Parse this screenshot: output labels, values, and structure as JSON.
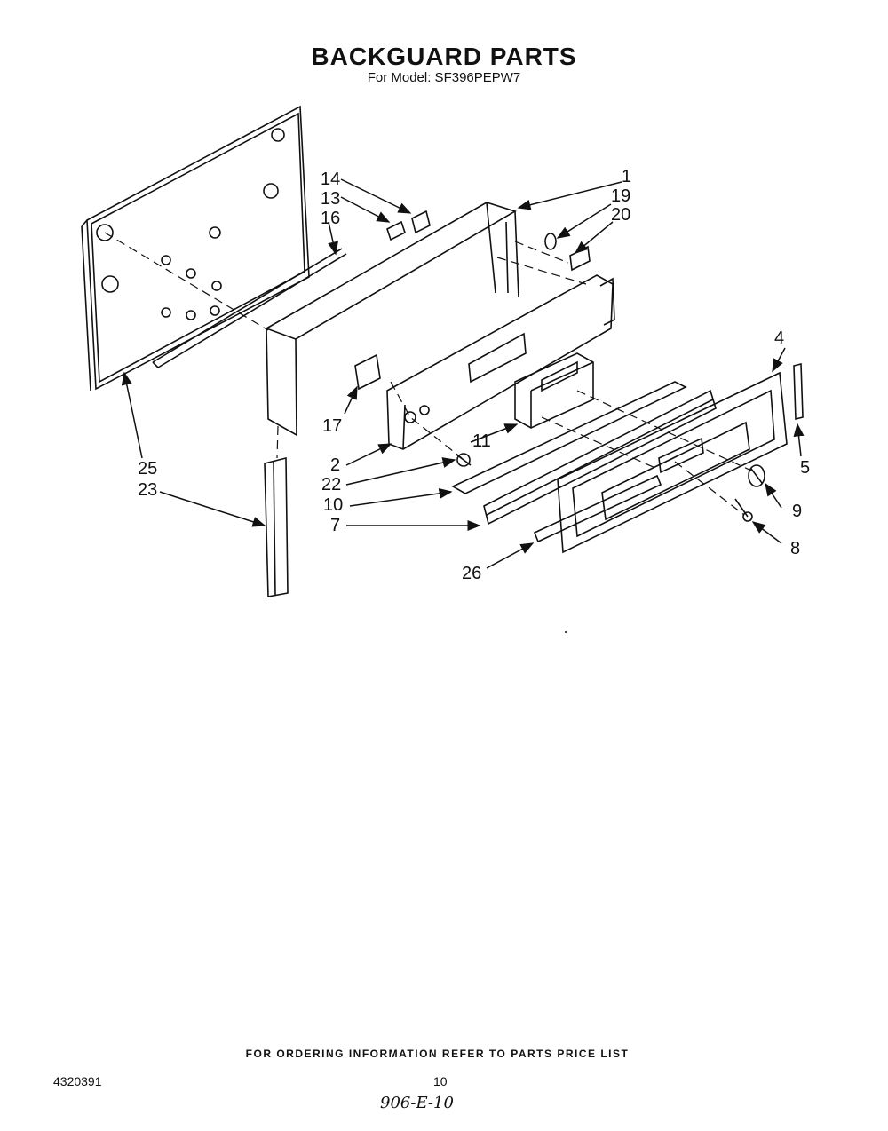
{
  "title": "BACKGUARD PARTS",
  "subtitle": "For Model: SF396PEPW7",
  "labels": {
    "p1": "1",
    "p2": "2",
    "p4": "4",
    "p5": "5",
    "p7": "7",
    "p8": "8",
    "p9": "9",
    "p10": "10",
    "p11": "11",
    "p13": "13",
    "p14": "14",
    "p16": "16",
    "p17": "17",
    "p19": "19",
    "p20": "20",
    "p22": "22",
    "p23": "23",
    "p25": "25",
    "p26": "26"
  },
  "footer": {
    "ordering_note": "FOR ORDERING INFORMATION REFER TO PARTS PRICE LIST",
    "doc_number": "4320391",
    "page_number": "10",
    "handwritten": "906-E-10"
  }
}
